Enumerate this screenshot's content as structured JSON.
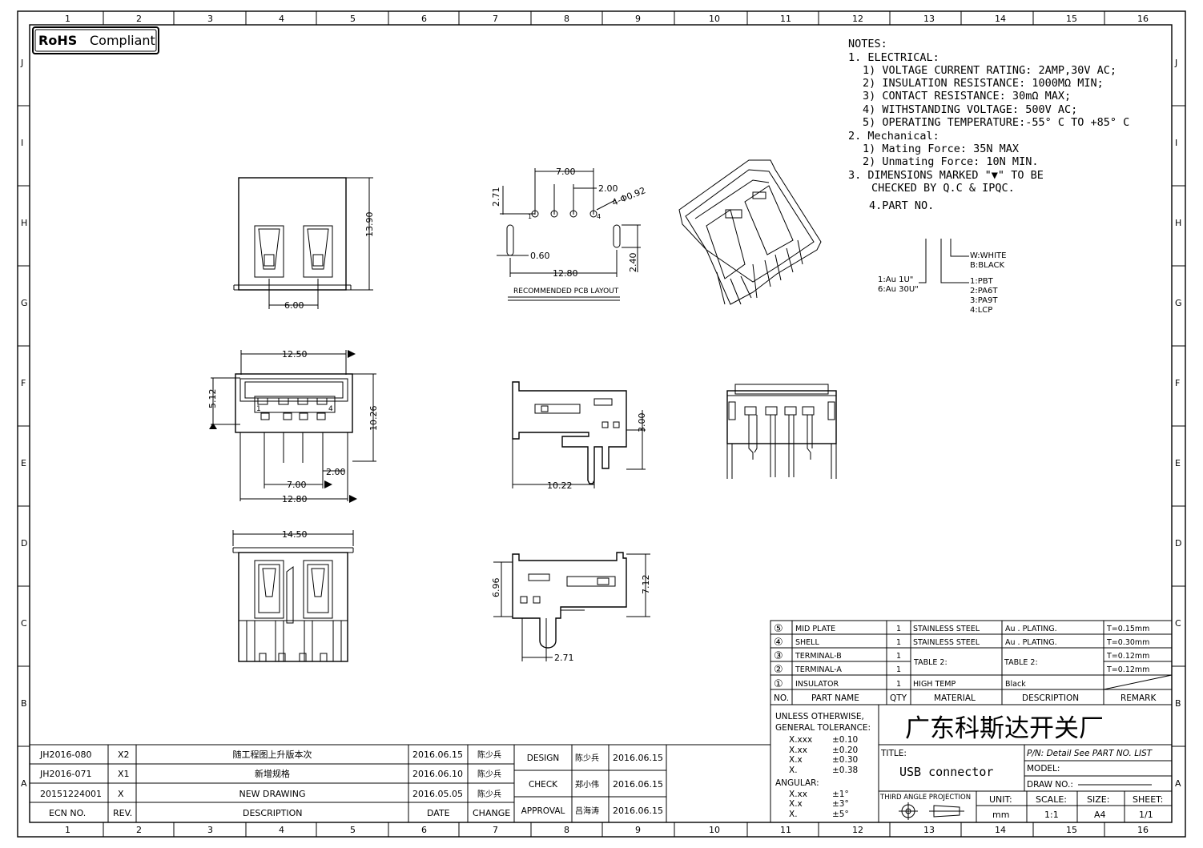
{
  "border": {
    "columns": [
      "1",
      "2",
      "3",
      "4",
      "5",
      "6",
      "7",
      "8",
      "9",
      "10",
      "11",
      "12",
      "13",
      "14",
      "15",
      "16"
    ],
    "rows": [
      "J",
      "I",
      "H",
      "G",
      "F",
      "E",
      "D",
      "C",
      "B",
      "A"
    ]
  },
  "rohs": {
    "bold": "RoHS",
    "text": "Compliant"
  },
  "notes": {
    "heading": "NOTES:",
    "electrical_title": "1. ELECTRICAL:",
    "e1": "1) VOLTAGE CURRENT RATING: 2AMP,30V AC;",
    "e2": "2) INSULATION RESISTANCE: 1000MΩ MIN;",
    "e3": "3) CONTACT RESISTANCE: 30mΩ MAX;",
    "e4": "4) WITHSTANDING VOLTAGE: 500V AC;",
    "e5": "5) OPERATING TEMPERATURE:-55° C TO +85° C",
    "mech_title": "2. Mechanical:",
    "m1": "1) Mating Force: 35N MAX",
    "m2": "2) Unmating Force: 10N MIN.",
    "n3a": "3. DIMENSIONS MARKED \"▼\" TO BE",
    "n3b": "CHECKED BY Q.C & IPQC.",
    "n4": "4.PART NO."
  },
  "part_no": {
    "color_w": "W:WHITE",
    "color_b": "B:BLACK",
    "plating1": "1:Au 1U\"",
    "plating6": "6:Au 30U\"",
    "mat1": "1:PBT",
    "mat2": "2:PA6T",
    "mat3": "3:PA9T",
    "mat4": "4:LCP"
  },
  "dims": {
    "top_height": "13.90",
    "top_width": "6.00",
    "front_top": "12.50",
    "front_left": "5.12",
    "front_right": "10.26",
    "front_pin_2": "2.00",
    "front_pin_7": "7.00",
    "front_bottom": "12.80",
    "pin1": "1",
    "pin4": "4",
    "pcb_7": "7.00",
    "pcb_2": "2.00",
    "pcb_271": "2.71",
    "pcb_hole": "4-Φ0.92",
    "pcb_060": "0.60",
    "pcb_1280": "12.80",
    "pcb_240": "2.40",
    "pcb_label": "RECOMMENDED PCB LAYOUT",
    "side_300": "3.00",
    "side_1022": "10.22",
    "bottom_1450": "14.50",
    "side2_696": "6.96",
    "side2_712": "7.12",
    "side2_271": "2.71"
  },
  "bom": {
    "rows": [
      {
        "no": "⑤",
        "name": "MID PLATE",
        "qty": "1",
        "material": "STAINLESS STEEL",
        "desc": "Au . PLATING.",
        "remark": "T=0.15mm"
      },
      {
        "no": "④",
        "name": "SHELL",
        "qty": "1",
        "material": "STAINLESS STEEL",
        "desc": "Au . PLATING.",
        "remark": "T=0.30mm"
      },
      {
        "no": "③",
        "name": "TERMINAL-B",
        "qty": "1",
        "material": "",
        "desc": "",
        "remark": "T=0.12mm"
      },
      {
        "no": "②",
        "name": "TERMINAL-A",
        "qty": "1",
        "material": "",
        "desc": "",
        "remark": "T=0.12mm"
      },
      {
        "no": "①",
        "name": "INSULATOR",
        "qty": "1",
        "material": "HIGH TEMP",
        "desc": "Black",
        "remark": ""
      }
    ],
    "table2_mat": "TABLE 2:",
    "table2_desc": "TABLE 2:",
    "headers": {
      "no": "NO.",
      "name": "PART NAME",
      "qty": "QTY",
      "material": "MATERIAL",
      "desc": "DESCRIPTION",
      "remark": "REMARK"
    }
  },
  "tolerance": {
    "title1": "UNLESS OTHERWISE,",
    "title2": "GENERAL TOLERANCE:",
    "r1l": "X.xxx",
    "r1v": "±0.10",
    "r2l": "X.xx",
    "r2v": "±0.20",
    "r3l": "X.x",
    "r3v": "±0.30",
    "r4l": "X.",
    "r4v": "±0.38",
    "angular": "ANGULAR:",
    "a1l": "X.xx",
    "a1v": "±1°",
    "a2l": "X.x",
    "a2v": "±3°",
    "a3l": "X.",
    "a3v": "±5°"
  },
  "title_block": {
    "company": "广东科斯达开关厂",
    "title_label": "TITLE:",
    "title": "USB connector",
    "pn": "P/N: Detail See PART NO. LIST",
    "model": "MODEL:",
    "draw_no": "DRAW NO.:",
    "projection": "THIRD ANGLE PROJECTION",
    "unit_label": "UNIT:",
    "unit": "mm",
    "scale_label": "SCALE:",
    "scale": "1:1",
    "size_label": "SIZE:",
    "size": "A4",
    "sheet_label": "SHEET:",
    "sheet": "1/1"
  },
  "revisions": {
    "rows": [
      {
        "ecn": "JH2016-080",
        "rev": "X2",
        "desc": "随工程图上升版本次",
        "date": "2016.06.15",
        "change": "陈少兵"
      },
      {
        "ecn": "JH2016-071",
        "rev": "X1",
        "desc": "新增规格",
        "date": "2016.06.10",
        "change": "陈少兵"
      },
      {
        "ecn": "20151224001",
        "rev": "X",
        "desc": "NEW DRAWING",
        "date": "2016.05.05",
        "change": "陈少兵"
      }
    ],
    "headers": {
      "ecn": "ECN NO.",
      "rev": "REV.",
      "desc": "DESCRIPTION",
      "date": "DATE",
      "change": "CHANGE"
    }
  },
  "approvals": [
    {
      "role": "DESIGN",
      "name": "陈少兵",
      "date": "2016.06.15"
    },
    {
      "role": "CHECK",
      "name": "郑小伟",
      "date": "2016.06.15"
    },
    {
      "role": "APPROVAL",
      "name": "吕海涛",
      "date": "2016.06.15"
    }
  ]
}
